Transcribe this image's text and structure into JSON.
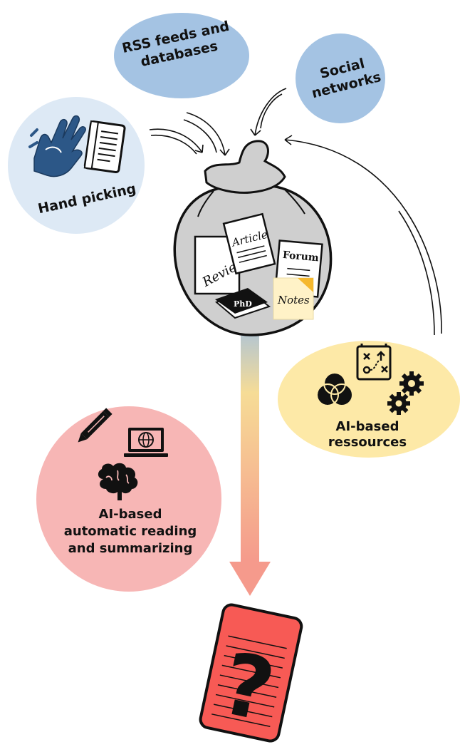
{
  "sources": {
    "rss": "RSS feeds and databases",
    "rss_line1": "RSS feeds and",
    "rss_line2": "databases",
    "social_line1": "Social",
    "social_line2": "networks",
    "hand": "Hand picking",
    "ai_res_line1": "AI-based",
    "ai_res_line2": "ressources"
  },
  "bag_items": {
    "review": "Review",
    "article": "Article",
    "forum": "Forum",
    "notes": "Notes",
    "phd": "PhD"
  },
  "ai_reading": {
    "line1": "AI-based",
    "line2": "automatic reading",
    "line3": "and summarizing"
  },
  "result": {
    "symbol": "?"
  },
  "colors": {
    "rss_circle": "#a4c3e3",
    "social_circle": "#a4c3e3",
    "hand_circle": "#dde9f5",
    "ai_res_circle": "#fde9a7",
    "ai_read_circle": "#f7b6b5",
    "bag": "#cfcfcf",
    "result_doc": "#f75a55",
    "arrow_top": "#a6c1de",
    "arrow_mid": "#f6dc96",
    "arrow_bottom": "#f59a8c"
  },
  "icons": [
    "hand-sign-icon",
    "document-icon",
    "pencil-icon",
    "laptop-globe-icon",
    "brain-icon",
    "venn-icon",
    "strategy-board-icon",
    "gears-icon"
  ]
}
